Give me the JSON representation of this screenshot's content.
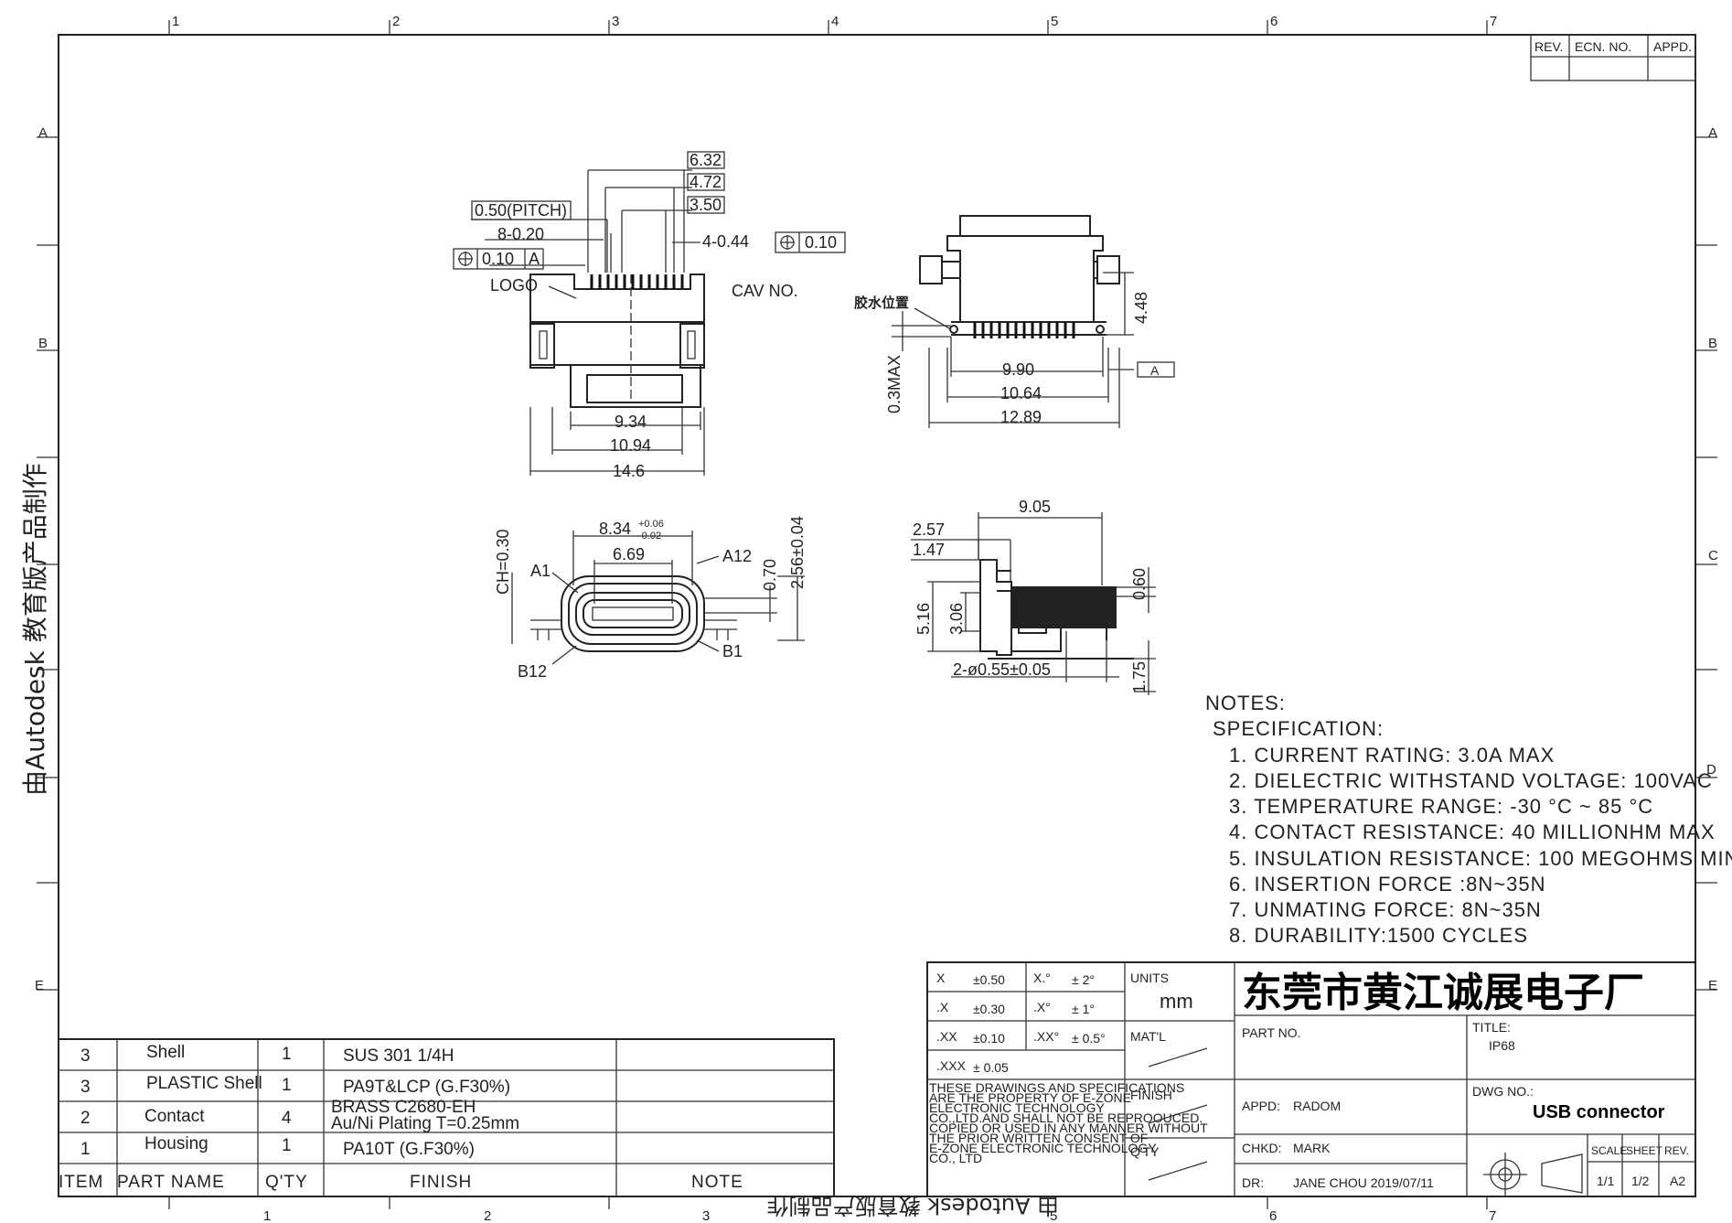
{
  "border": {
    "col_numbers": [
      "1",
      "2",
      "3",
      "4",
      "5",
      "6",
      "7"
    ],
    "row_letters": [
      "A",
      "B",
      "C",
      "D",
      "E"
    ],
    "bottom_col_numbers": [
      "1",
      "2",
      "3",
      "5",
      "6",
      "7"
    ]
  },
  "revision_block": {
    "rev": "REV.",
    "ecn": "ECN. NO.",
    "appd": "APPD."
  },
  "top_view": {
    "dims": {
      "d632": "6.32",
      "d472": "4.72",
      "d350": "3.50",
      "pitch": "0.50(PITCH)",
      "pins8": "8-0.20",
      "pins4": "4-0.44",
      "tol_010": "0.10",
      "tol_010a": "0.10",
      "datum_a": "A",
      "logo": "LOGO",
      "cav": "CAV  NO.",
      "d934": "9.34",
      "d1094": "10.94",
      "d146": "14.6"
    }
  },
  "side_view": {
    "dims": {
      "glue": "胶水位置",
      "d448": "4.48",
      "d03max": "0.3MAX",
      "d990": "9.90",
      "d1064": "10.64",
      "d1289": "12.89",
      "datum": "A"
    }
  },
  "front_view": {
    "dims": {
      "d834": "8.34",
      "d834_tol_up": "+0.06",
      "d834_tol_dn": "-0.02",
      "d669": "6.69",
      "ch": "CH=0.30",
      "d256": "2.56±0.04",
      "d070": "0.70",
      "a1": "A1",
      "a12": "A12",
      "b1": "B1",
      "b12": "B12"
    }
  },
  "profile_view": {
    "dims": {
      "d905": "9.05",
      "d257": "2.57",
      "d147": "1.47",
      "d516": "5.16",
      "d306": "3.06",
      "d060": "0.60",
      "d175": "1.75",
      "holes": "2-ø0.55±0.05"
    }
  },
  "notes": {
    "heading": "NOTES:",
    "sub": "SPECIFICATION:",
    "items": [
      "1. CURRENT RATING: 3.0A MAX",
      "2. DIELECTRIC WITHSTAND VOLTAGE: 100VAC",
      "3. TEMPERATURE RANGE: -30 °C ~ 85 °C",
      "4. CONTACT RESISTANCE: 40 MILLIONHM MAX",
      "5. INSULATION RESISTANCE: 100 MEGOHMS MIN.",
      "6.  INSERTION  FORCE  :8N~35N",
      "7.  UNMATING  FORCE:  8N~35N",
      "8.  DURABILITY:1500  CYCLES"
    ]
  },
  "bom": {
    "rows": [
      {
        "item": "3",
        "part": "Shell",
        "qty": "1",
        "finish": "SUS 301 1/4H",
        "finish2": ""
      },
      {
        "item": "3",
        "part": "PLASTIC Shell",
        "qty": "1",
        "finish": "PA9T&LCP (G.F30%)",
        "finish2": ""
      },
      {
        "item": "2",
        "part": "Contact",
        "qty": "4",
        "finish": "BRASS C2680-EH",
        "finish2": "Au/Ni   Plating   T=0.25mm"
      },
      {
        "item": "1",
        "part": "Housing",
        "qty": "1",
        "finish": "PA10T (G.F30%)",
        "finish2": ""
      }
    ],
    "header": {
      "item": "ITEM",
      "part": "PART NAME",
      "qty": "Q'TY",
      "finish": "FINISH",
      "note": "NOTE"
    }
  },
  "title_block": {
    "tol": [
      {
        "a": "X",
        "av": "±0.50",
        "b": "X.°",
        "bv": "± 2°"
      },
      {
        "a": ".X",
        "av": "±0.30",
        "b": ".X°",
        "bv": "±  1°"
      },
      {
        "a": ".XX",
        "av": "±0.10",
        "b": ".XX°",
        "bv": "± 0.5°"
      },
      {
        "a": ".XXX",
        "av": "± 0.05",
        "b": "",
        "bv": ""
      }
    ],
    "units_label": "UNITS",
    "units_value": "mm",
    "matl": "MAT'L",
    "finish": "FINISH",
    "qty": "Q'TY",
    "disclaimer": [
      "THESE DRAWINGS AND SPECIFICATIONS",
      "ARE THE PROPERTY OF  E-ZONE",
      "ELECTRONIC TECHNOLOGY",
      "CO.,LTD.AND SHALL NOT BE REPROOUCED.",
      "COPIED OR USED IN ANY  MANNER WITHOUT",
      "THE  PRIOR WRITTEN  CONSENT  OF",
      "E-ZONE ELECTRONIC TECHNOLOGY",
      "CO., LTD"
    ],
    "company": "东莞市黄江诚展电子厂",
    "part_no": "PART  NO.",
    "title_label": "TITLE:",
    "title_value": "IP68",
    "appd_label": "APPD:",
    "appd_value": "RADOM",
    "dwg_label": "DWG NO.:",
    "dwg_value": "USB connector",
    "chkd_label": "CHKD:",
    "chkd_value": "MARK",
    "dr_label": "DR:",
    "dr_value": "JANE  CHOU  2019/07/11",
    "scale_label": "SCALE",
    "scale_value": "1/1",
    "sheet_label": "SHEET",
    "sheet_value": "1/2",
    "rev_label": "REV.",
    "rev_value": "A2"
  },
  "watermarks": {
    "left": "由Autodesk 教育版产品制作",
    "bottom": "由 Autodesk 教育版产品制作"
  }
}
